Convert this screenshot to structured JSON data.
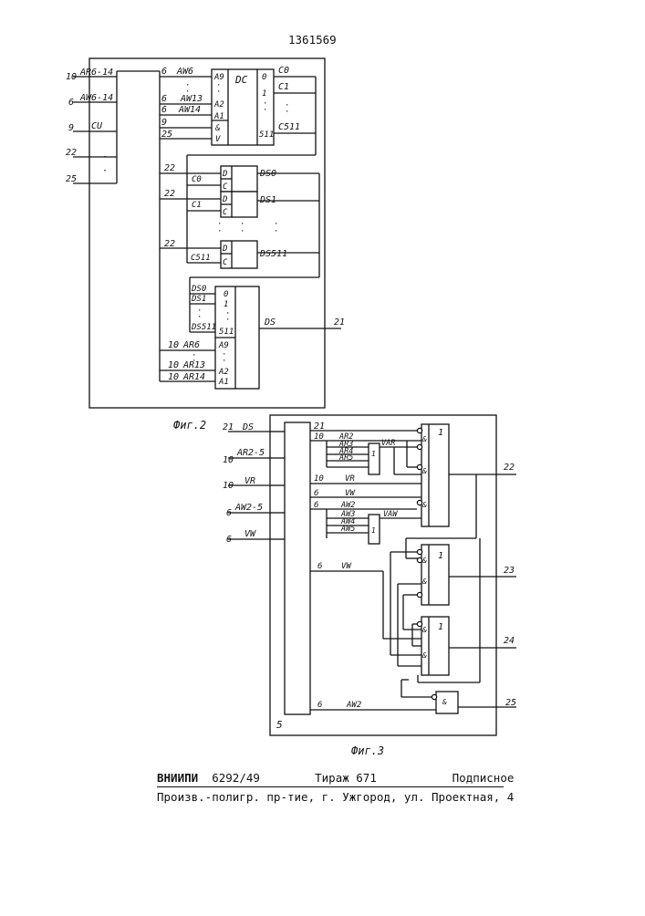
{
  "doc_number": "1361569",
  "fig2": {
    "caption": "Фиг.2",
    "inputs": [
      {
        "bus": "10",
        "name": "AR6-14"
      },
      {
        "bus": "6",
        "name": "AW6-14"
      },
      {
        "bus": "9",
        "name": "CU"
      },
      {
        "bus": "22",
        "name": ""
      },
      {
        "bus": "25",
        "name": ""
      }
    ],
    "decoder": {
      "label": "DC",
      "left_pins": [
        "A9",
        "A2",
        "A1",
        "&",
        "V"
      ],
      "right_pins": [
        "0",
        "1",
        "511"
      ],
      "in_lines": [
        {
          "bus": "6",
          "name": "AW6"
        },
        {
          "bus": "6",
          "name": "AW13"
        },
        {
          "bus": "6",
          "name": "AW14"
        },
        {
          "bus": "9",
          "name": ""
        },
        {
          "bus": "25",
          "name": ""
        }
      ],
      "out_lines": [
        "C0",
        "C1",
        "C511"
      ]
    },
    "flipflops": [
      {
        "bus": "22",
        "clock": "C0",
        "name": "DS0"
      },
      {
        "bus": "22",
        "clock": "C1",
        "name": "DS1"
      },
      {
        "bus": "22",
        "clock": "C511",
        "name": "DS511"
      }
    ],
    "ff_pins": {
      "d": "D",
      "c": "C"
    },
    "mux": {
      "data_pins": [
        "0",
        "1",
        "511"
      ],
      "data_lines": [
        "DS0",
        "DS1",
        "DS511"
      ],
      "addr_pins": [
        "A9",
        "A2",
        "A1"
      ],
      "addr_lines": [
        {
          "bus": "10",
          "name": "AR6"
        },
        {
          "bus": "10",
          "name": "AR13"
        },
        {
          "bus": "10",
          "name": "AR14"
        }
      ],
      "out_name": "DS",
      "out_bus": "21"
    }
  },
  "fig3": {
    "caption": "Фиг.3",
    "block_number": "5",
    "inputs": [
      {
        "bus": "21",
        "name": "DS"
      },
      {
        "bus": "10",
        "name": "AR2-5"
      },
      {
        "bus": "10",
        "name": "VR"
      },
      {
        "bus": "6",
        "name": "AW2-5"
      },
      {
        "bus": "6",
        "name": "VW"
      }
    ],
    "inner_signals": {
      "ds_bus": "21",
      "ar_bus": "10",
      "ar_names": [
        "AR2",
        "AR3",
        "AR4",
        "AR5"
      ],
      "var_label": "VAR",
      "vr_bus": "10",
      "vr_name": "VR",
      "vw_bus": "6",
      "vw_name": "VW",
      "aw_bus": "6",
      "aw_names": [
        "AW2",
        "AW3",
        "AW4",
        "AW5"
      ],
      "vaw_label": "VAW",
      "vw2_bus": "6",
      "vw2_name": "VW",
      "aw2b_bus": "6",
      "aw2b_name": "AW2"
    },
    "gate_labels": {
      "or": "1",
      "and": "&"
    },
    "outputs": [
      "22",
      "23",
      "24",
      "25"
    ]
  },
  "footer": {
    "org": "ВНИИПИ",
    "order": "6292/49",
    "circulation": "Тираж 671",
    "subscription": "Подписное",
    "address": "Произв.-полигр. пр-тие, г. Ужгород, ул. Проектная, 4"
  }
}
